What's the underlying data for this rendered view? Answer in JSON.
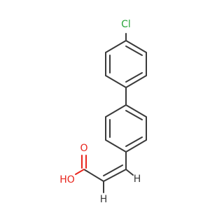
{
  "molecule": {
    "atom_labels": {
      "chlorine": "Cl",
      "carbonyl_oxygen": "O",
      "hydroxyl": "HO",
      "vinyl_h_alpha": "H",
      "vinyl_h_beta": "H"
    },
    "colors": {
      "bond": "#3a3a3a",
      "chlorine": "#2aa53a",
      "oxygen": "#e8261e",
      "hydrogen": "#3a3a3a",
      "background": "#ffffff"
    }
  }
}
